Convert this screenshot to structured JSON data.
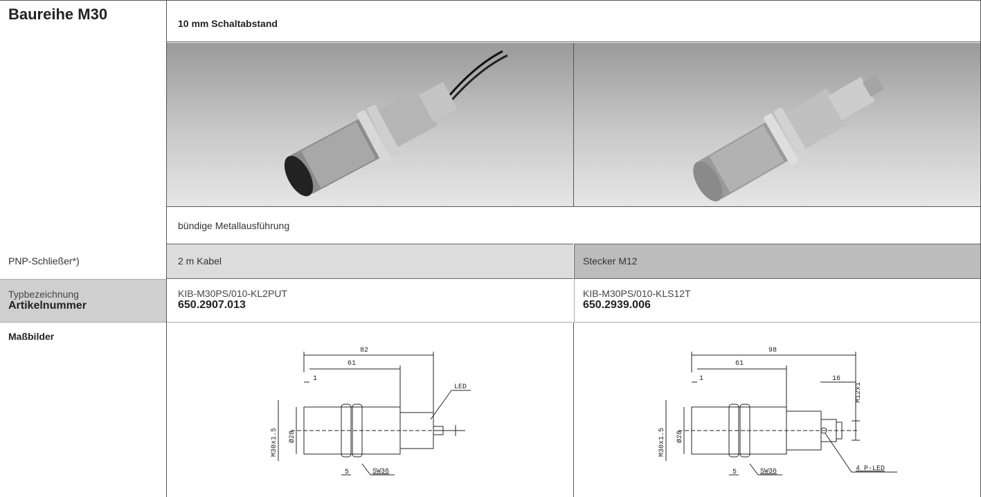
{
  "series_title": "Baureihe M30",
  "header": "10 mm Schaltabstand",
  "variant_desc": "bündige Metallausführung",
  "switch_type": "PNP-Schließer*)",
  "variants": [
    {
      "connection": "2 m Kabel",
      "type_designation": "KIB-M30PS/010-KL2PUT",
      "article_number": "650.2907.013"
    },
    {
      "connection": "Stecker M12",
      "type_designation": "KIB-M30PS/010-KLS12T",
      "article_number": "650.2939.006"
    }
  ],
  "row_labels": {
    "type_designation": "Typbezeichnung",
    "article_number": "Artikelnummer",
    "drawings": "Maßbilder"
  },
  "drawing_left": {
    "total": "82",
    "body": "61",
    "gap": "1",
    "thread": "M30x1.5",
    "dia": "Ø28",
    "nut": "5",
    "sw": "SW36",
    "led": "LED"
  },
  "drawing_right": {
    "total": "98",
    "body": "61",
    "gap": "1",
    "plug": "16",
    "thread": "M30x1.5",
    "dia": "Ø28",
    "conn": "M12x1",
    "nut": "5",
    "sw": "SW36",
    "led": "4 P-LED"
  },
  "colors": {
    "label_grey": "#cfcfcf",
    "cable_grey": "#dcdcdc",
    "plug_grey": "#bcbcbc",
    "border": "#555555"
  }
}
